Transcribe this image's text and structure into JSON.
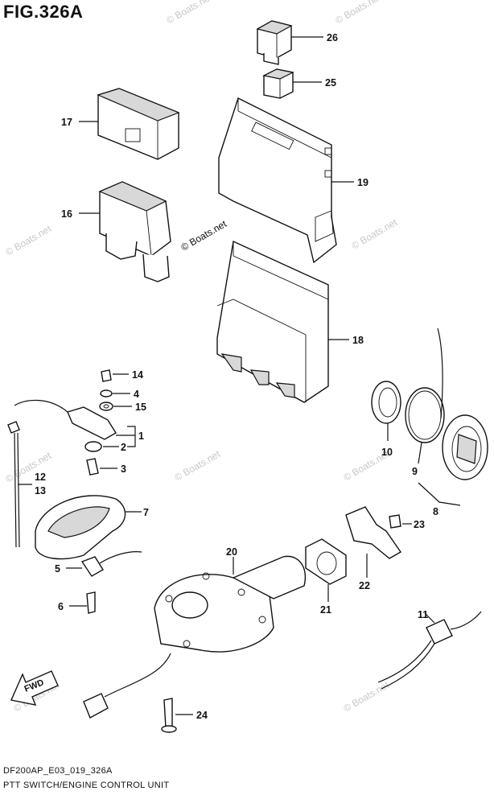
{
  "title": "FIG.326A",
  "footer": {
    "code": "DF200AP_E03_019_326A",
    "caption": "PTT SWITCH/ENGINE CONTROL UNIT"
  },
  "watermark": "© Boats.net",
  "fwd_label": "FWD",
  "callouts": [
    "26",
    "25",
    "17",
    "19",
    "16",
    "18",
    "14",
    "4",
    "15",
    "1",
    "2",
    "3",
    "12",
    "13",
    "7",
    "5",
    "6",
    "10",
    "9",
    "8",
    "23",
    "20",
    "22",
    "21",
    "11",
    "24"
  ]
}
